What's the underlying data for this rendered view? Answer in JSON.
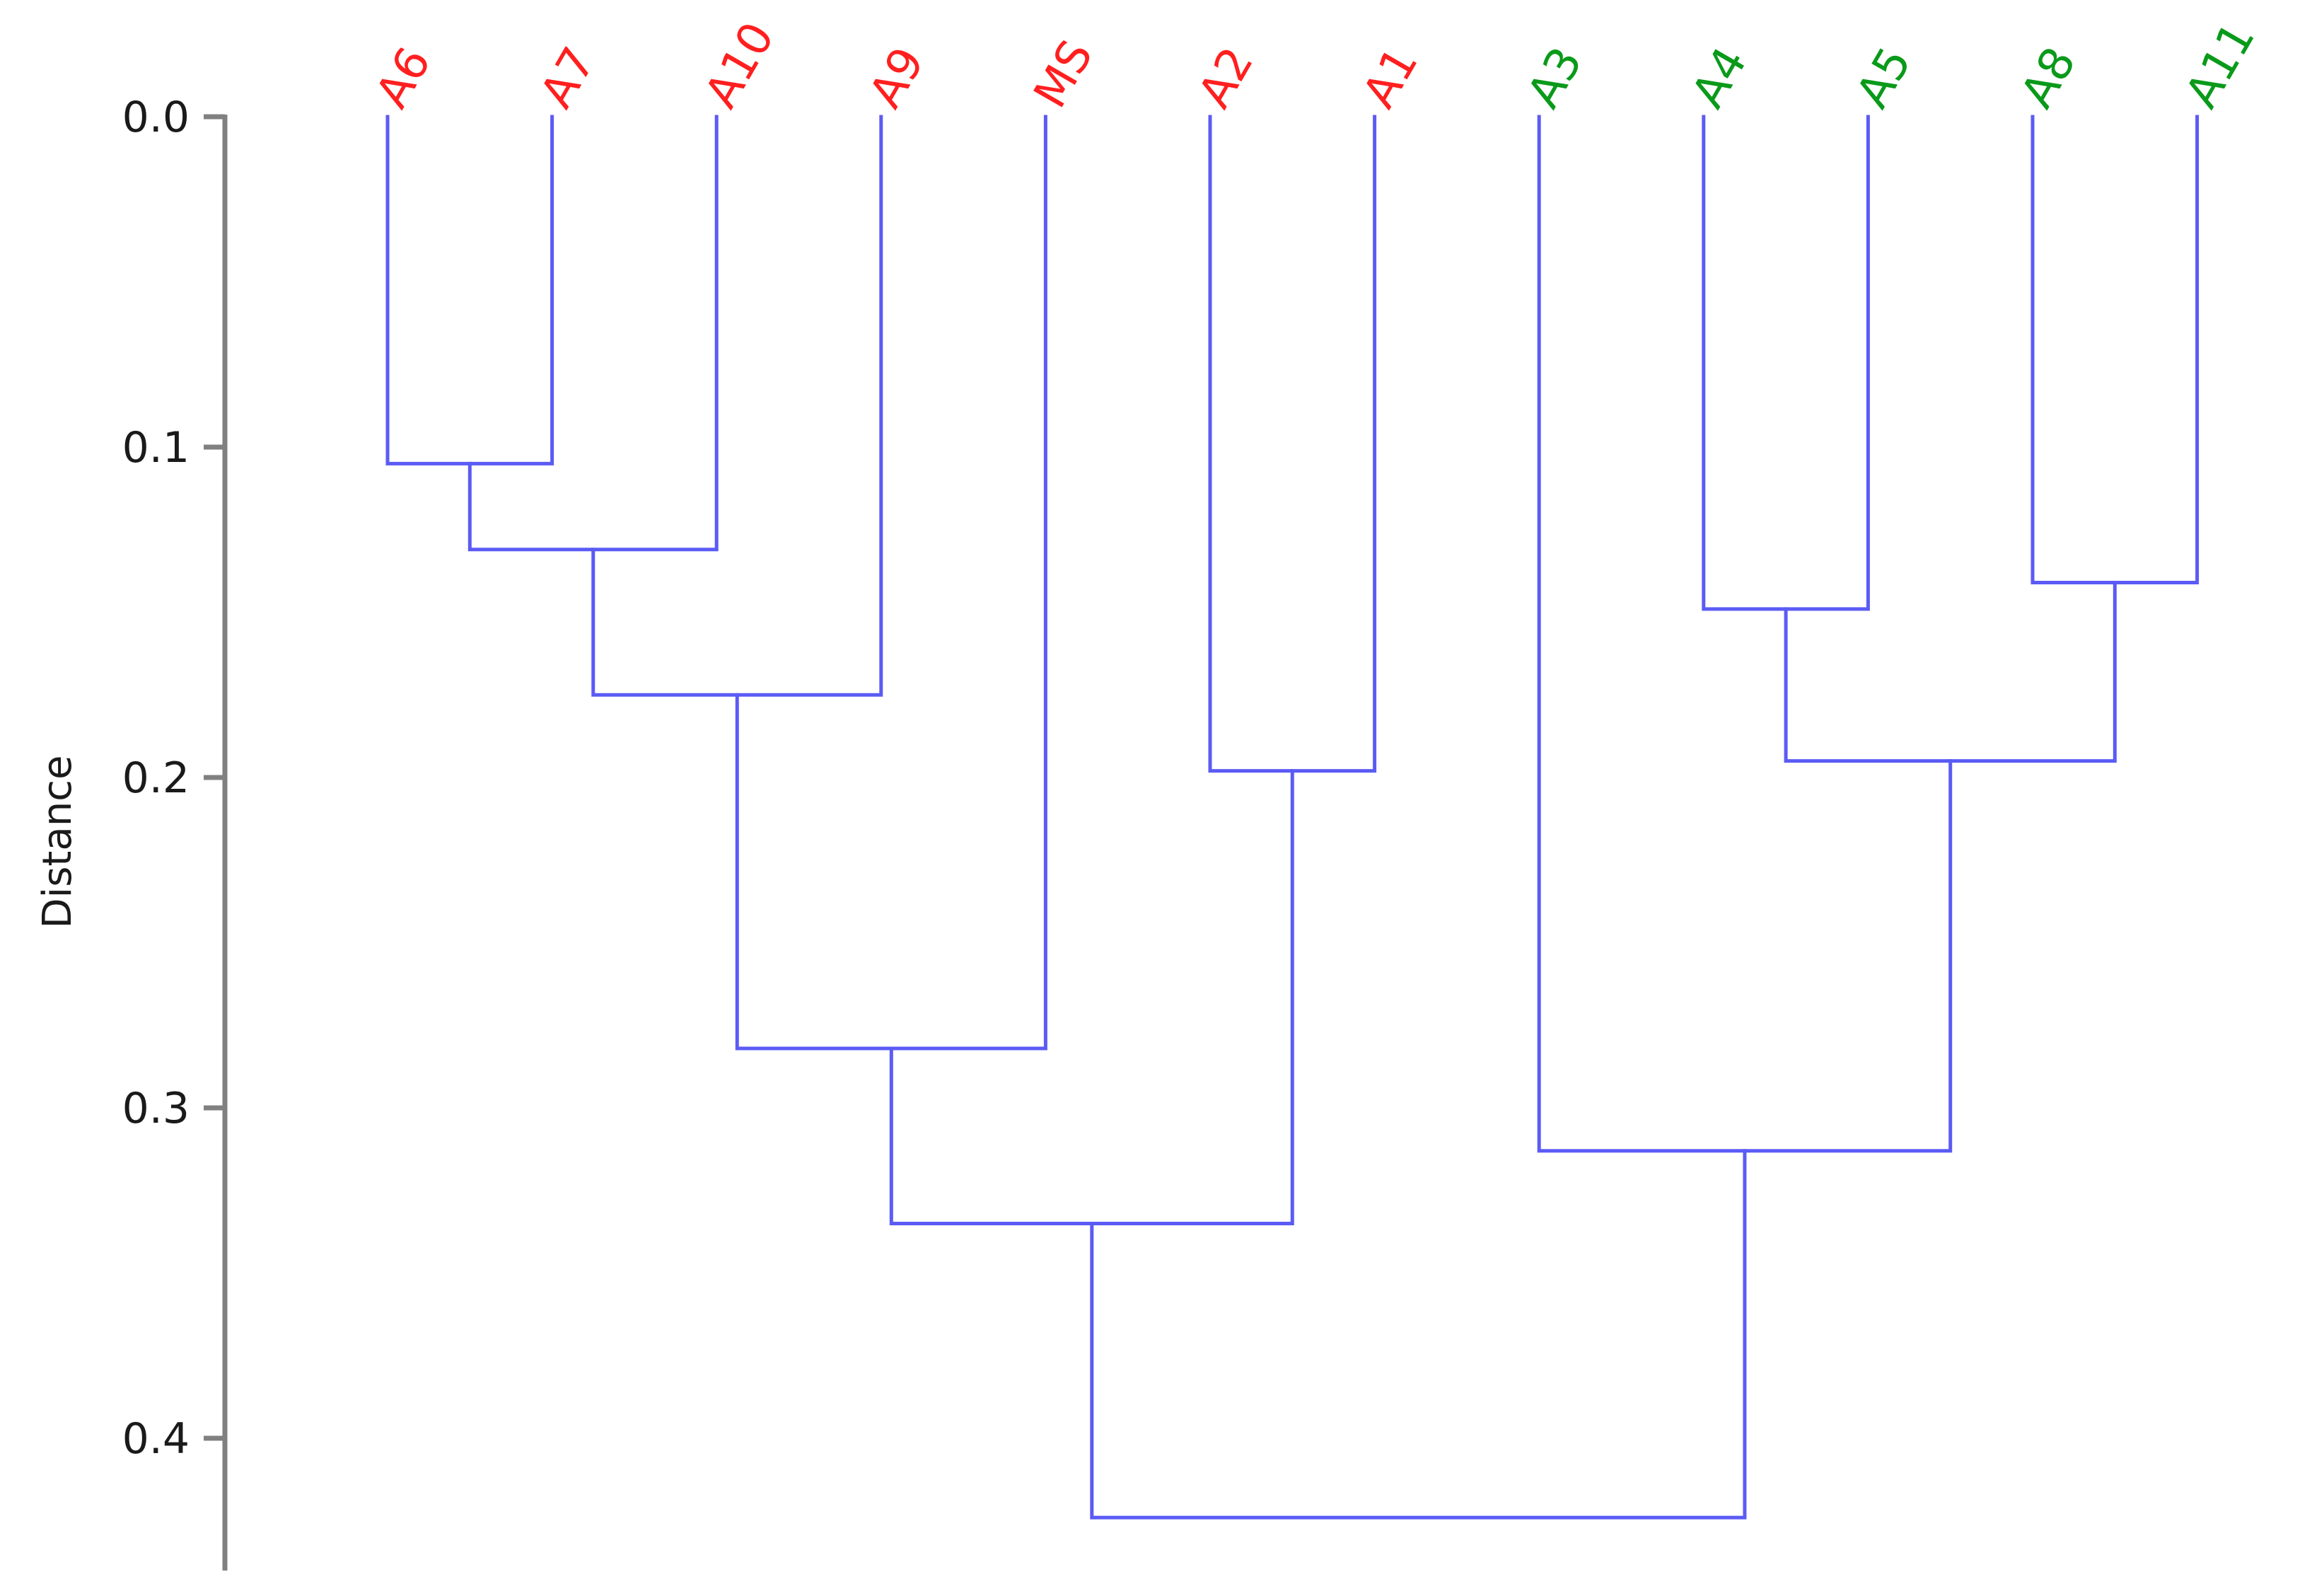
{
  "chart_data": {
    "type": "dendrogram",
    "ylabel": "Distance",
    "ylim": [
      0,
      0.43
    ],
    "y_ticks": [
      "0.0",
      "0.1",
      "0.2",
      "0.3",
      "0.4"
    ],
    "y_tick_values": [
      0.0,
      0.1,
      0.2,
      0.3,
      0.4
    ],
    "leaf_order": [
      "A6",
      "A7",
      "A10",
      "A9",
      "MS",
      "A2",
      "A1",
      "A3",
      "A4",
      "A5",
      "A8",
      "A11"
    ],
    "leaves": [
      {
        "label": "A6",
        "group": "red"
      },
      {
        "label": "A7",
        "group": "red"
      },
      {
        "label": "A10",
        "group": "red"
      },
      {
        "label": "A9",
        "group": "red"
      },
      {
        "label": "MS",
        "group": "red"
      },
      {
        "label": "A2",
        "group": "red"
      },
      {
        "label": "A1",
        "group": "red"
      },
      {
        "label": "A3",
        "group": "green"
      },
      {
        "label": "A4",
        "group": "green"
      },
      {
        "label": "A5",
        "group": "green"
      },
      {
        "label": "A8",
        "group": "green"
      },
      {
        "label": "A11",
        "group": "green"
      }
    ],
    "merges": [
      {
        "id": "n1",
        "left": "A6",
        "right": "A7",
        "height": 0.105
      },
      {
        "id": "n2",
        "left": "n1",
        "right": "A10",
        "height": 0.131
      },
      {
        "id": "n3",
        "left": "n2",
        "right": "A9",
        "height": 0.175
      },
      {
        "id": "n4",
        "left": "n3",
        "right": "MS",
        "height": 0.282
      },
      {
        "id": "n5",
        "left": "A2",
        "right": "A1",
        "height": 0.198
      },
      {
        "id": "n6",
        "left": "n4",
        "right": "n5",
        "height": 0.335
      },
      {
        "id": "n7",
        "left": "A4",
        "right": "A5",
        "height": 0.149
      },
      {
        "id": "n8",
        "left": "A8",
        "right": "A11",
        "height": 0.141
      },
      {
        "id": "n9",
        "left": "n7",
        "right": "n8",
        "height": 0.195
      },
      {
        "id": "n10",
        "left": "A3",
        "right": "n9",
        "height": 0.313
      },
      {
        "id": "n11",
        "left": "n6",
        "right": "n10",
        "height": 0.424
      }
    ]
  },
  "colors": {
    "branch": "#5b5bf5",
    "axis": "#808080",
    "group_red": "#ff1f1f",
    "group_green": "#0a9a1a"
  }
}
